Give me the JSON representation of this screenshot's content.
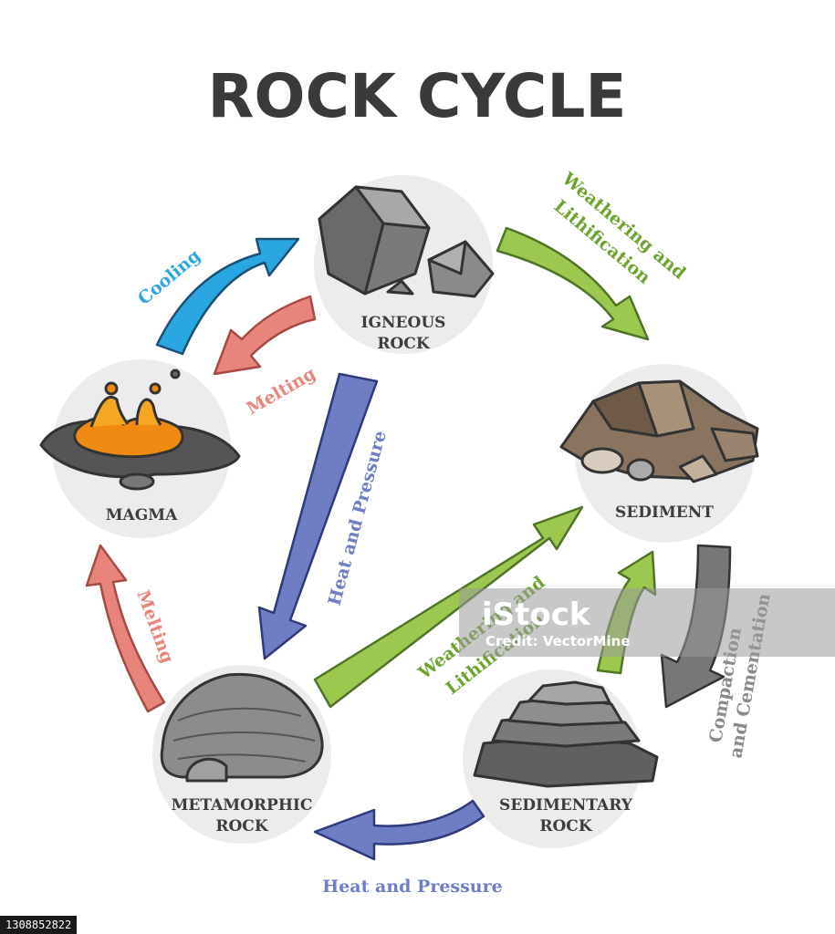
{
  "title": "ROCK CYCLE",
  "nodes": {
    "igneous": [
      "IGNEOUS",
      "ROCK"
    ],
    "sediment": [
      "SEDIMENT"
    ],
    "magma": [
      "MAGMA"
    ],
    "metamorphic": [
      "METAMORPHIC",
      "ROCK"
    ],
    "sedimentary": [
      "SEDIMENTARY",
      "ROCK"
    ]
  },
  "processes": {
    "cooling": "Cooling",
    "melting_top": "Melting",
    "weathering_top": [
      "Weathering and",
      "Lithification"
    ],
    "heat_pressure_center": "Heat and Pressure",
    "melting_left": "Melting",
    "weathering_center": [
      "Weathering and",
      "Lithification"
    ],
    "compaction": [
      "Compaction",
      "and Cementation"
    ],
    "heat_pressure_bottom": "Heat and Pressure"
  },
  "watermark": {
    "brand": "iStock",
    "credit": "Credit: VectorMine"
  },
  "image_id": "1308852822",
  "colors": {
    "cooling_blue": "#2aa6e0",
    "melting_red": "#e8847c",
    "weathering_green": "#9cc84f",
    "heat_pressure_purple": "#6f7ec4",
    "compaction_gray": "#777777",
    "node_circle": "#ececec"
  }
}
